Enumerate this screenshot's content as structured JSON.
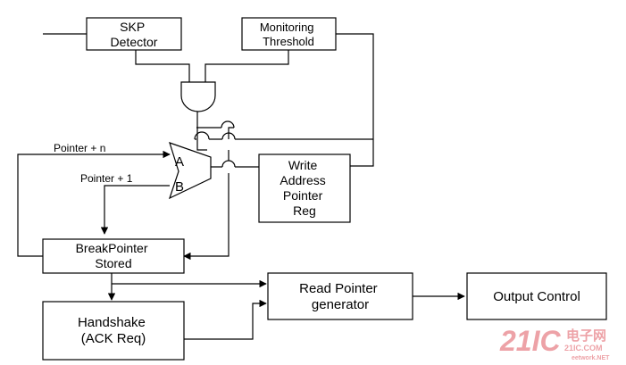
{
  "blocks": {
    "skp_detector": [
      "SKP",
      "Detector"
    ],
    "monitoring_threshold": [
      "Monitoring",
      "Threshold"
    ],
    "write_address_pointer_reg": [
      "Write",
      "Address",
      "Pointer",
      "Reg"
    ],
    "breakpointer_stored": [
      "BreakPointer",
      "Stored"
    ],
    "handshake": [
      "Handshake",
      "(ACK Req)"
    ],
    "read_pointer_generator": [
      "Read Pointer",
      "generator"
    ],
    "output_control": [
      "Output Control"
    ]
  },
  "mux": {
    "input_a": "A",
    "input_b": "B"
  },
  "signals": {
    "pointer_n": "Pointer + n",
    "pointer_1": "Pointer + 1"
  },
  "watermark": {
    "brand": "21IC",
    "cn_text": "电子网",
    "site": "21IC.COM",
    "url": "eetwork.NET"
  },
  "colors": {
    "line": "#000000",
    "watermark": "#e8848a"
  }
}
